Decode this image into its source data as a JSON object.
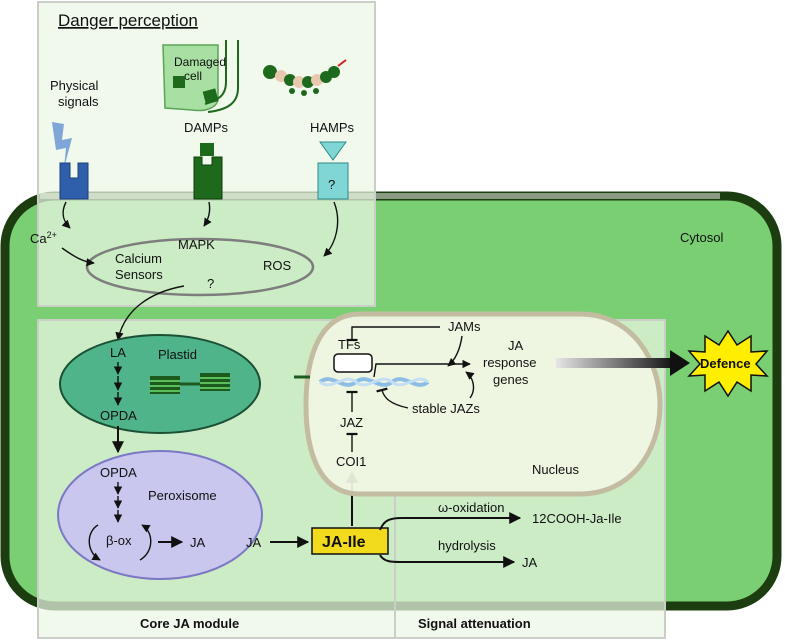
{
  "sections": {
    "danger": "Danger perception",
    "core": "Core JA module",
    "attenuation": "Signal attenuation"
  },
  "labels": {
    "physical_line1": "Physical",
    "physical_line2": "signals",
    "damaged_line1": "Damaged",
    "damaged_line2": "cell",
    "damps": "DAMPs",
    "hamps": "HAMPs",
    "hamps_q": "?",
    "cytosol": "Cytosol",
    "ca": "Ca",
    "ca_sup": "2+",
    "mapk": "MAPK",
    "calcium1": "Calcium",
    "calcium2": "Sensors",
    "ros": "ROS",
    "sensor_q": "?",
    "la": "LA",
    "plastid": "Plastid",
    "opda_plastid": "OPDA",
    "opda_perox": "OPDA",
    "peroxisome": "Peroxisome",
    "box": "β-ox",
    "ja_inner": "JA",
    "ja_mid": "JA",
    "jaile": "JA-Ile",
    "tfs": "TFs",
    "jams": "JAMs",
    "ja_resp1": "JA",
    "ja_resp2": "response",
    "ja_resp3": "genes",
    "stable_jazs": "stable JAZs",
    "jaz": "JAZ",
    "coi1": "COI1",
    "nucleus": "Nucleus",
    "defence": "Defence",
    "omega": "ω-oxidation",
    "cooh": "12COOH-Ja-Ile",
    "hydrolysis": "hydrolysis",
    "ja_out": "JA"
  },
  "colors": {
    "cytosol_fill": "#79cf72",
    "cytosol_stroke": "#1c3d10",
    "membrane": "#8a9b82",
    "panel_fill": "#eaf7e4",
    "panel_stroke": "#c9cfc7",
    "plastid_fill": "#4fb489",
    "plastid_stroke": "#1c4f33",
    "peroxisome_fill": "#c9c7ee",
    "peroxisome_stroke": "#7c78c4",
    "nucleus_fill": "#f1f6e4",
    "nucleus_stroke": "#c4bca0",
    "jaile_fill": "#f2da1c",
    "defence_fill": "#ffee00",
    "receptor_physical": "#2f5faa",
    "receptor_damps": "#1d6a1d",
    "receptor_hamps": "#7fd6d4",
    "lightning": "#7fa6d6",
    "damaged_cell": "#a7e0a2",
    "dna": "#8cbde6"
  }
}
